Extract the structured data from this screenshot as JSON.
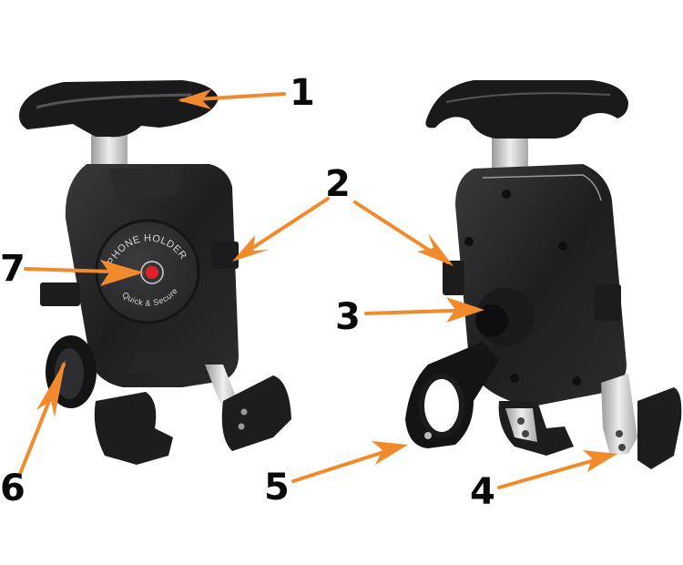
{
  "figure": {
    "subject": "Motorcycle phone holder with numbered part callouts",
    "views": [
      "front view",
      "rear view"
    ],
    "disc_text": {
      "top": "PHONE HOLDER",
      "bottom": "Quick & Secure"
    },
    "callouts": [
      {
        "number": "1",
        "target": "top clamp pad"
      },
      {
        "number": "2",
        "target": "side grip arm"
      },
      {
        "number": "3",
        "target": "ball joint knob"
      },
      {
        "number": "4",
        "target": "bottom clamp screws"
      },
      {
        "number": "5",
        "target": "handlebar clamp screw"
      },
      {
        "number": "6",
        "target": "handlebar ring mount"
      },
      {
        "number": "7",
        "target": "red release button"
      }
    ],
    "colors": {
      "arrow": "#f08a2c",
      "body": "#1c1c1e",
      "metal": "#c8c8c8",
      "button": "#e0202a",
      "label": "#0a0a0a"
    }
  }
}
